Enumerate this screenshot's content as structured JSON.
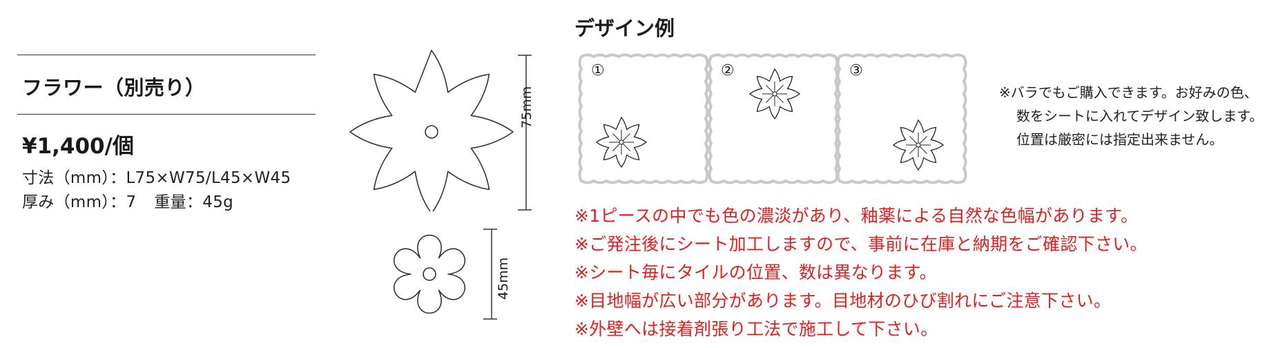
{
  "product": {
    "name": "フラワー（別売り）",
    "price": "¥1,400/個",
    "size_label": "寸法（mm）",
    "size_value": "L75×W75/L45×W45",
    "thickness_label": "厚み（mm）",
    "thickness_value": "7",
    "weight_label": "重量",
    "weight_value": "45g"
  },
  "diagram": {
    "large_dimension": "75mm",
    "small_dimension": "45mm"
  },
  "design": {
    "title": "デザイン例",
    "tile_numbers": [
      "①",
      "②",
      "③"
    ],
    "side_notes": [
      "※バラでもご購入できます。お好みの色、",
      "数をシートに入れてデザイン致します。",
      "位置は厳密には指定出来ません。"
    ]
  },
  "notes": [
    "※1ピースの中でも色の濃淡があり、釉薬による自然な色幅があります。",
    "※ご発注後にシート加工しますので、事前に在庫と納期をご確認下さい。",
    "※シート毎にタイルの位置、数は異なります。",
    "※目地幅が広い部分があります。目地材のひび割れにご注意下さい。",
    "※外壁へは接着剤張り工法で施工して下さい。"
  ],
  "colors": {
    "note_red": "#e02020",
    "text": "#1a1a1a",
    "tile_outline": "#c8c8c8"
  }
}
